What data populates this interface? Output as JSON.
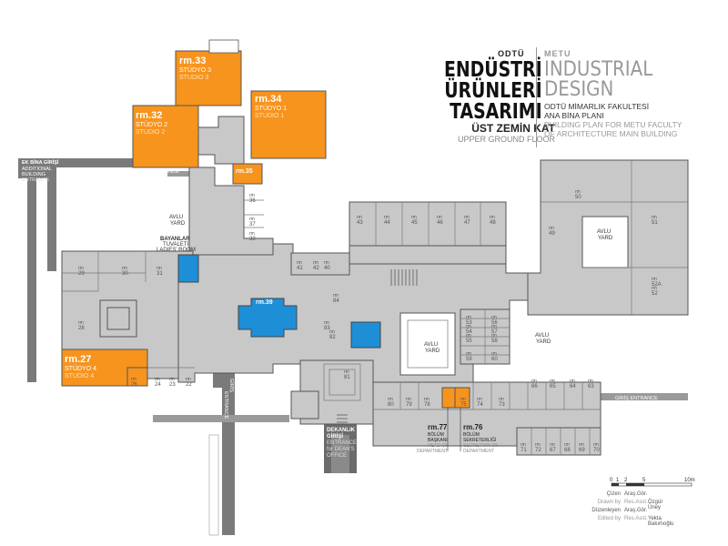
{
  "title": {
    "tr_small": "ODTÜ",
    "tr_lines": [
      "ENDÜSTRİ",
      "ÜRÜNLERİ",
      "TASARIMI"
    ],
    "tr_floor": "ÜST ZEMİN KAT",
    "en_floor": "UPPER GROUND FLOOR",
    "en_small": "METU",
    "en_lines": [
      "INDUSTRIAL",
      "DESIGN"
    ],
    "sub_tr_1": "ODTÜ MİMARLIK FAKULTESİ",
    "sub_tr_2": "ANA BİNA PLANI",
    "sub_en_1": "BUILDING PLAN FOR METU FACULTY",
    "sub_en_2": "OF ARCHITECTURE MAIN BUILDING"
  },
  "studios": [
    {
      "id": "rm.33",
      "l1": "STÜDYO 3",
      "l2": "STUDIO 3"
    },
    {
      "id": "rm.32",
      "l1": "STÜDYO 2",
      "l2": "STUDIO 2"
    },
    {
      "id": "rm.34",
      "l1": "STÜDYO 1",
      "l2": "STUDIO 1"
    },
    {
      "id": "rm.35",
      "l1": "",
      "l2": ""
    },
    {
      "id": "rm.27",
      "l1": "STÜDYO 4",
      "l2": "STUDIO 4"
    },
    {
      "id": "rm.39",
      "l1": "",
      "l2": ""
    }
  ],
  "rooms": [
    "rm 29",
    "rm 30",
    "rm 31",
    "rm 28",
    "rm 26",
    "rm 24",
    "rm 23",
    "rm 22",
    "rm 36",
    "rm 37",
    "rm 38",
    "rm 41",
    "rm 42",
    "rm 43",
    "rm 44",
    "rm 45",
    "rm 46",
    "rm 47",
    "rm 48",
    "rm 49",
    "rm 50",
    "rm 51",
    "rm 52",
    "rm 52A",
    "rm 53",
    "rm 54",
    "rm 55",
    "rm 56",
    "rm 57",
    "rm 58",
    "rm 59",
    "rm 60",
    "rm 63",
    "rm 64",
    "rm 65",
    "rm 66",
    "rm 67",
    "rm 68",
    "rm 69",
    "rm 70",
    "rm 71",
    "rm 72",
    "rm 73",
    "rm 74",
    "rm 75",
    "rm 78",
    "rm 79",
    "rm 80",
    "rm 81",
    "rm 82",
    "rm 83",
    "rm 84",
    "rm 40"
  ],
  "labels": {
    "avlu": "AVLU",
    "yard": "YARD",
    "bayanlar_1": "BAYANLAR",
    "bayanlar_2": "TUVALETİ",
    "ladies": "LADIES' ROOM",
    "ek_1": "EK BİNA GİRİŞİ",
    "ek_2": "ADDITIONAL",
    "ek_3": "BUILDING",
    "ek_4": "ENTRANCE",
    "giris_entrance": "GİRİŞ ENTRANCE",
    "giris": "GİRİŞ",
    "entrance": "ENTRANCE",
    "dek_1": "DEKANLIK",
    "dek_2": "GİRİŞİ",
    "dek_3": "ENTRANCE",
    "dek_4": "for DEAN'S",
    "dek_5": "OFFICE",
    "rm77": "rm.77",
    "rm77_1": "BÖLÜM",
    "rm77_2": "BAŞKANI",
    "rm77_3": "HEAD OF",
    "rm77_4": "DEPARTMENT",
    "rm76": "rm.76",
    "rm76_1": "BÖLÜM",
    "rm76_2": "SEKRETERLİĞİ",
    "rm76_3": "SECRETARY OF",
    "rm76_4": "DEPARTMENT"
  },
  "scale": {
    "ticks": [
      "0",
      "1",
      "2",
      "5",
      "10m"
    ]
  },
  "credits": {
    "cizen_tr": "Çizen",
    "cizen_en": "Drawn by",
    "cizen_r1": "Araş.Gör.",
    "cizen_r2": "Res.Asst.",
    "cizen_name": "Özgür Üney",
    "duz_tr": "Düzenleyen",
    "duz_en": "Edited by",
    "duz_r1": "Araş.Gör.",
    "duz_r2": "Res.Asst.",
    "duz_name": "Yekta Bakırlıoğlu"
  },
  "colors": {
    "orange": "#f7941d",
    "blue": "#1e8fd6",
    "floor": "#c8c8c8",
    "wall": "#555555",
    "road": "#777777"
  }
}
